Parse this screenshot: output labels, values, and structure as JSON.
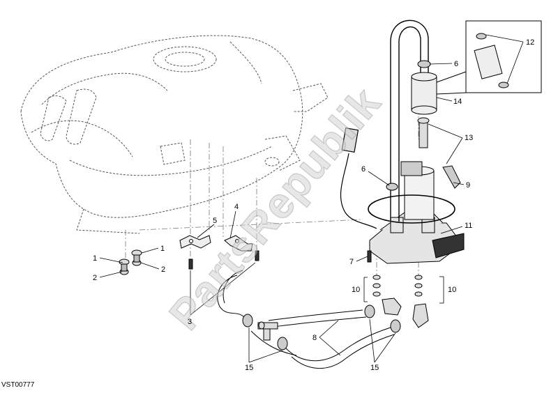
{
  "diagram_code": "VST00777",
  "watermark": "PartsRepublik",
  "callouts": [
    {
      "id": "c1a",
      "text": "1"
    },
    {
      "id": "c1b",
      "text": "1"
    },
    {
      "id": "c2a",
      "text": "2"
    },
    {
      "id": "c2b",
      "text": "2"
    },
    {
      "id": "c3",
      "text": "3"
    },
    {
      "id": "c4",
      "text": "4"
    },
    {
      "id": "c5",
      "text": "5"
    },
    {
      "id": "c6a",
      "text": "6"
    },
    {
      "id": "c6b",
      "text": "6"
    },
    {
      "id": "c7",
      "text": "7"
    },
    {
      "id": "c8",
      "text": "8"
    },
    {
      "id": "c9",
      "text": "9"
    },
    {
      "id": "c10a",
      "text": "10"
    },
    {
      "id": "c10b",
      "text": "10"
    },
    {
      "id": "c11",
      "text": "11"
    },
    {
      "id": "c12",
      "text": "12"
    },
    {
      "id": "c13",
      "text": "13"
    },
    {
      "id": "c14",
      "text": "14"
    },
    {
      "id": "c15a",
      "text": "15"
    },
    {
      "id": "c15b",
      "text": "15"
    }
  ]
}
